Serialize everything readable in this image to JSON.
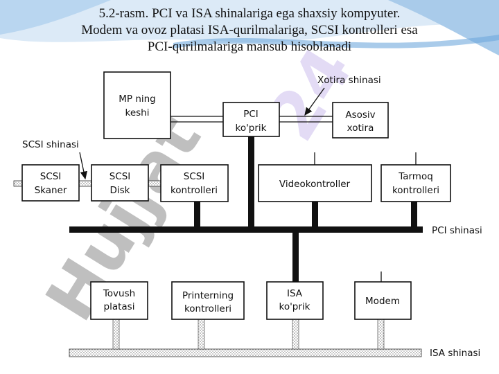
{
  "caption": {
    "line1": "5.2-rasm. PCI va ISA shinalariga ega shaxsiy kompyuter.",
    "line2": "Modem va ovoz platasi ISA-qurilmalariga, SCSI kontrolleri esa",
    "line3": "PCI-qurilmalariga mansub hisoblanadi"
  },
  "boxes": {
    "cache": [
      "MP ning",
      "keshi"
    ],
    "pci_bridge": [
      "PCI",
      "ko'prik"
    ],
    "main_memory": [
      "Asosiv",
      "xotira"
    ],
    "scsi_scanner": [
      "SCSI",
      "Skaner"
    ],
    "scsi_disk": [
      "SCSI",
      "Disk"
    ],
    "scsi_controller": [
      "SCSI",
      "kontrolleri"
    ],
    "video_controller": [
      "Videokontroller"
    ],
    "network_controller": [
      "Tarmoq",
      "kontrolleri"
    ],
    "sound_card": [
      "Tovush",
      "platasi"
    ],
    "printer_controller": [
      "Printerning",
      "kontrolleri"
    ],
    "isa_bridge": [
      "ISA",
      "ko'prik"
    ],
    "modem": [
      "Modem"
    ]
  },
  "labels": {
    "memory_bus": "Xotira shinasi",
    "scsi_bus": "SCSI shinasi",
    "pci_bus": "PCI shinasi",
    "isa_bus": "ISA shinasi"
  },
  "watermark": {
    "text": "Hujjat",
    "number": "24"
  },
  "colors": {
    "accent": "#4a90d9",
    "swoosh": "#cfe3f5"
  }
}
